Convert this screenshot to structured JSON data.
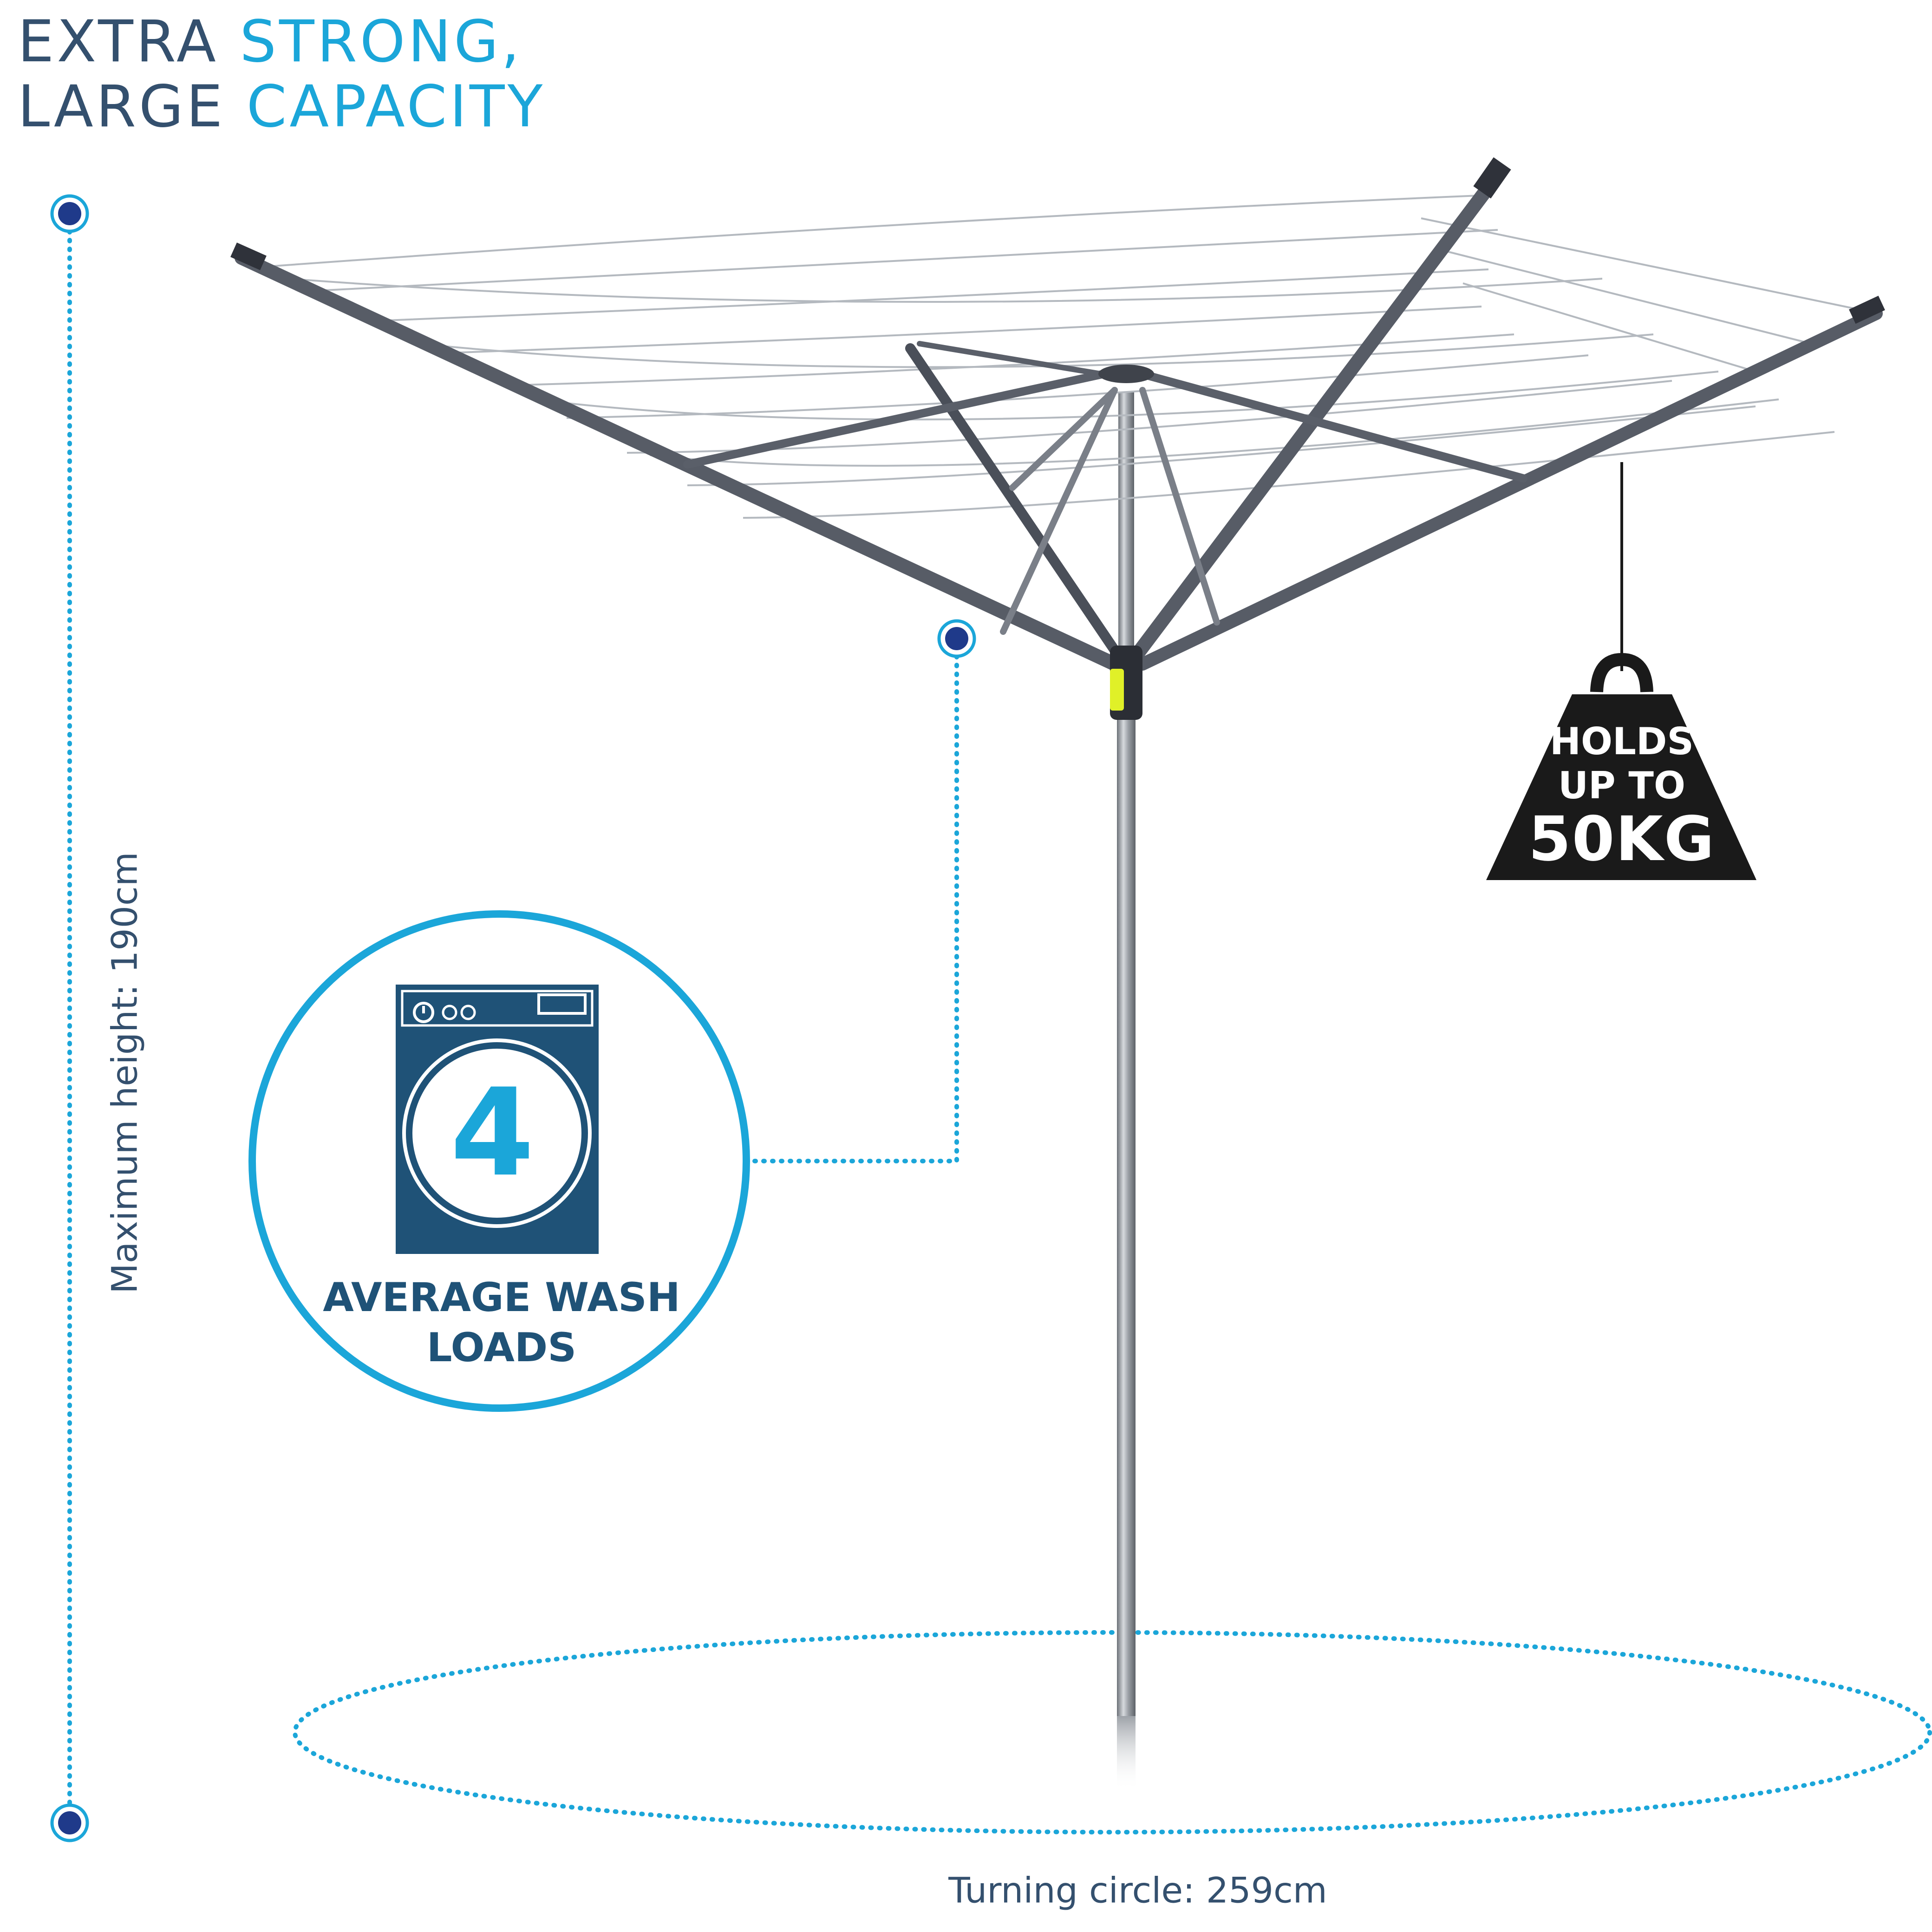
{
  "headline": {
    "line1_dark": "EXTRA",
    "line1_light": "STRONG,",
    "line2_dark": "LARGE",
    "line2_light": "CAPACITY"
  },
  "dimensions": {
    "height_label": "Maximum height: 190cm",
    "turning_label": "Turning circle: 259cm"
  },
  "wash_badge": {
    "number": "4",
    "label_line1": "AVERAGE WASH",
    "label_line2": "LOADS"
  },
  "weight_badge": {
    "line1": "HOLDS",
    "line2": "UP TO",
    "line3": "50KG"
  },
  "colors": {
    "dark_blue": "#34506e",
    "light_blue": "#1ba6d9",
    "navy_dot": "#1f3a8a",
    "machine_blue": "#1f5277"
  }
}
